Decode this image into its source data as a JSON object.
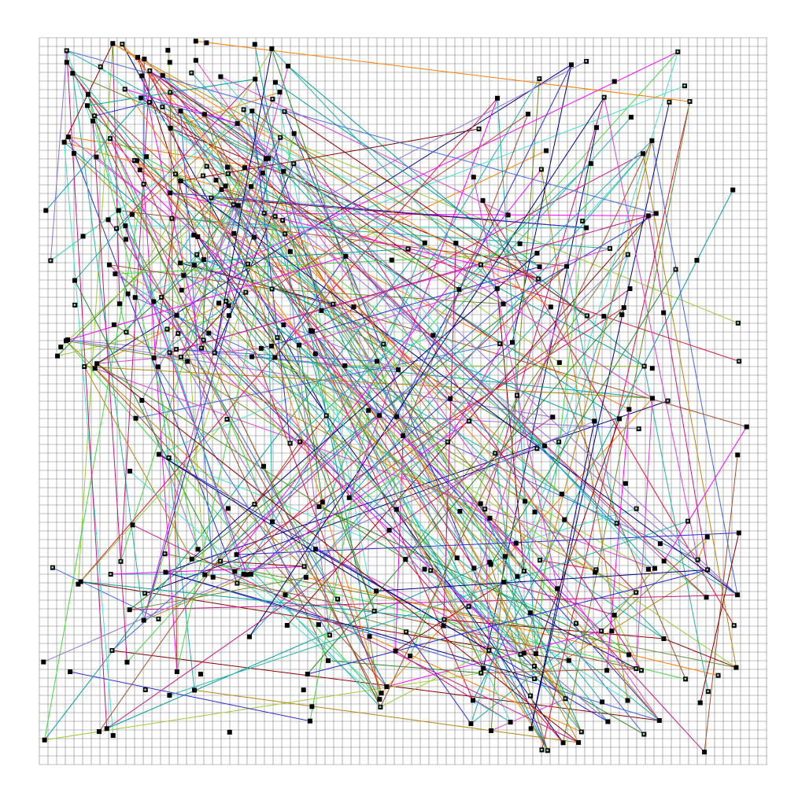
{
  "diagram": {
    "type": "node-link graph on square grid",
    "background": "#ffffff",
    "grid_color": "#808080",
    "node_fill": "#000000",
    "node_highlight": "#9ad8a8",
    "edge_palette": [
      "#2b2bd9",
      "#3fd93f",
      "#1fb0b0",
      "#d93fd9",
      "#8b0000",
      "#00a0a0",
      "#9acd32",
      "#ff7f00",
      "#228b22",
      "#4169e1",
      "#c71585",
      "#b8860b",
      "#20b2aa",
      "#9370db",
      "#dc143c",
      "#6b8e23",
      "#40e0d0",
      "#000080",
      "#ff00ff",
      "#a0522d"
    ],
    "node_count": 400,
    "edge_count": 400
  }
}
